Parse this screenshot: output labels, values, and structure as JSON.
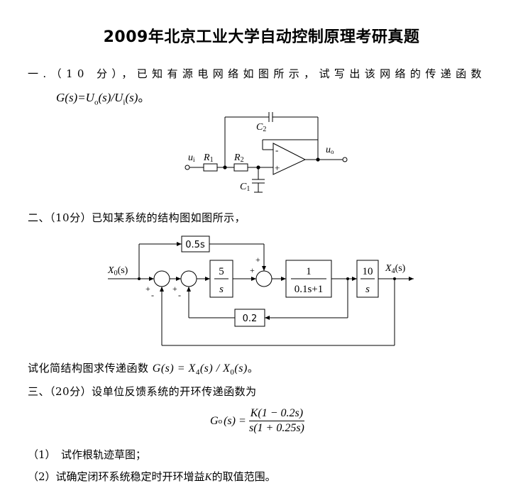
{
  "title": "2009年北京工业大学自动控制原理考研真题",
  "q1": {
    "text": "一.（10 分），已知有源电网络如图所示，试写出该网络的传递函数",
    "formula_lhs": "G(s)=U",
    "formula_o": "o",
    "formula_mid": "(s)/U",
    "formula_i": "i",
    "formula_end": "(s)",
    "period": "。",
    "circuit": {
      "ui": "u",
      "ui_sub": "i",
      "uo": "u",
      "uo_sub": "o",
      "R1": "R",
      "R1_sub": "1",
      "R2": "R",
      "R2_sub": "2",
      "C1": "C",
      "C1_sub": "1",
      "C2": "C",
      "C2_sub": "2",
      "minus": "-",
      "plus": "+"
    }
  },
  "q2": {
    "text": "二、（10分）已知某系统的结构图如图所示，",
    "diagram": {
      "input": "X",
      "input_sub": "0",
      "input_end": "(s)",
      "output": "X",
      "output_sub": "4",
      "output_end": "(s)",
      "block_0_5s": "0.5s",
      "block_5s_num": "5",
      "block_5s_den": "s",
      "block_lag_num": "1",
      "block_lag_den": "0.1s+1",
      "block_10s_num": "10",
      "block_10s_den": "s",
      "block_0_2": "0.2",
      "sign_plus": "+",
      "sign_minus": "-"
    },
    "ask_text": "试化简结构图求传递函数",
    "ask_formula": "G(s) = X",
    "ask_4": "4",
    "ask_mid": "(s) / X",
    "ask_0": "0",
    "ask_end": "(s)",
    "period": "。"
  },
  "q3": {
    "text": "三、（20分）设单位反馈系统的开环传递函数为",
    "G": "G",
    "G_sub": "o",
    "G_arg": "(s) =",
    "num": "K(1 − 0.2s)",
    "den": "s(1 + 0.25s)",
    "item1": "（1）　试作根轨迹草图；",
    "item2_a": "（2）试确定闭环系统稳定时开环增益",
    "item2_k": "K",
    "item2_b": "的取值范围。"
  }
}
